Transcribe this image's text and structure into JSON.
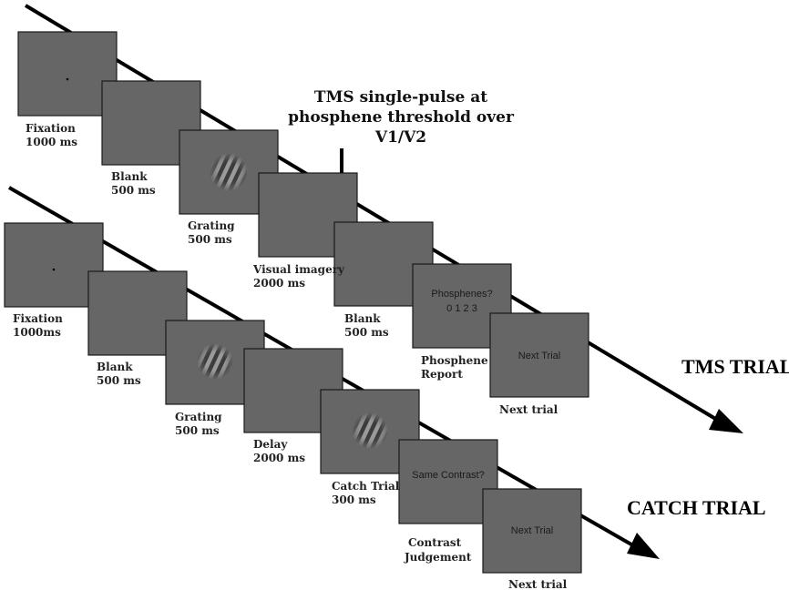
{
  "tms_note": [
    "TMS single-pulse at",
    "phosphene threshold over",
    "V1/V2"
  ],
  "tms_trial": {
    "title": "TMS TRIAL",
    "steps": [
      {
        "name": "Fixation",
        "duration": "1000 ms",
        "content": "fixation"
      },
      {
        "name": "Blank",
        "duration": "500 ms",
        "content": "blank"
      },
      {
        "name": "Grating",
        "duration": "500 ms",
        "content": "grating"
      },
      {
        "name": "Visual imagery",
        "duration": "2000 ms",
        "content": "blank"
      },
      {
        "name": "Blank",
        "duration": "500 ms",
        "content": "blank"
      },
      {
        "name": "Phosphene",
        "duration": "Report",
        "content": "text",
        "text": [
          "Phosphenes?",
          "0 1 2 3"
        ]
      },
      {
        "name": "Next trial",
        "duration": "",
        "content": "text",
        "text": [
          "Next Trial"
        ]
      }
    ]
  },
  "catch_trial": {
    "title": "CATCH TRIAL",
    "steps": [
      {
        "name": "Fixation",
        "duration": "1000ms",
        "content": "fixation"
      },
      {
        "name": "Blank",
        "duration": "500 ms",
        "content": "blank"
      },
      {
        "name": "Grating",
        "duration": "500 ms",
        "content": "grating"
      },
      {
        "name": "Delay",
        "duration": "2000 ms",
        "content": "blank"
      },
      {
        "name": "Catch Trial",
        "duration": "300 ms",
        "content": "grating"
      },
      {
        "name": "Contrast",
        "duration": "Judgement",
        "content": "text",
        "text": [
          "Same Contrast?"
        ]
      },
      {
        "name": "Next trial",
        "duration": "",
        "content": "text",
        "text": [
          "Next Trial"
        ]
      }
    ]
  }
}
